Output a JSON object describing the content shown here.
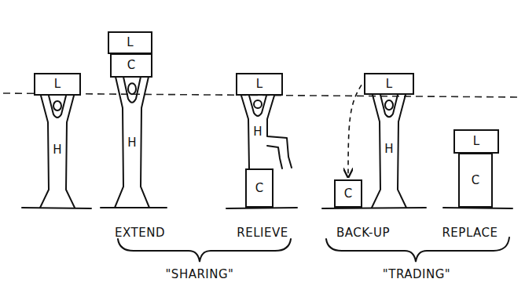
{
  "diagram": {
    "nodes": [
      {
        "text": [
          "L"
        ]
      },
      {
        "text": [
          "H"
        ]
      },
      {
        "text": [
          "L"
        ]
      },
      {
        "text": [
          "C"
        ]
      },
      {
        "text": [
          "H"
        ]
      },
      {
        "text": [
          "L"
        ]
      },
      {
        "text": [
          "H"
        ]
      },
      {
        "text": [
          "C"
        ]
      },
      {
        "text": [
          "L"
        ]
      },
      {
        "text": [
          "H"
        ]
      },
      {
        "text": [
          "C"
        ]
      },
      {
        "text": [
          "L"
        ]
      },
      {
        "text": [
          "C"
        ]
      }
    ],
    "edges": [
      {
        "from": 8,
        "to": 10,
        "arrow": "to"
      }
    ],
    "labels": [
      "EXTEND",
      "RELIEVE",
      "BACK-UP",
      "REPLACE",
      "\"SHARING\"",
      "\"TRADING\""
    ]
  }
}
